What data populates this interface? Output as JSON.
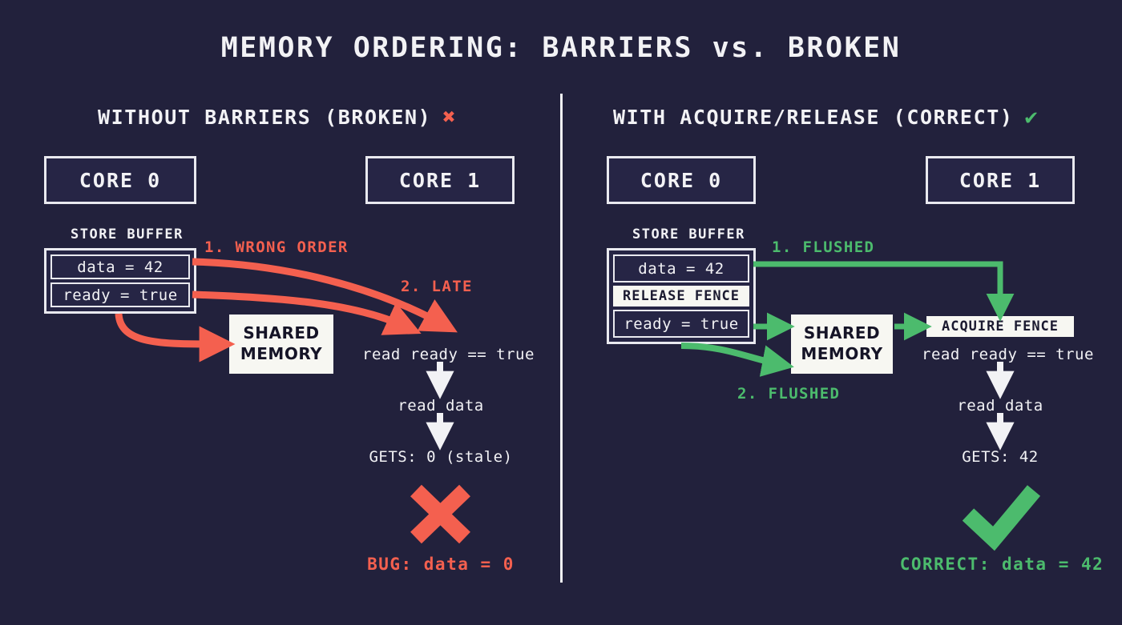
{
  "title": "MEMORY ORDERING: BARRIERS vs. BROKEN",
  "colors": {
    "background": "#22213c",
    "text": "#f2f2f5",
    "bad": "#f4604f",
    "good": "#4cbb6d",
    "panel_fill": "#f7f7f2"
  },
  "panels": {
    "left": {
      "heading": "WITHOUT BARRIERS (BROKEN)",
      "heading_mark": "✖",
      "heading_mark_name": "cross-mark-icon",
      "core0_label": "CORE 0",
      "core1_label": "CORE 1",
      "store_buffer_label": "STORE BUFFER",
      "store_buffer_rows": [
        "data = 42",
        "ready = true"
      ],
      "shared_memory_line1": "SHARED",
      "shared_memory_line2": "MEMORY",
      "step1": "1. WRONG ORDER",
      "step2": "2. LATE",
      "read_ready": "read ready == true",
      "read_data": "read data",
      "gets": "GETS: 0 (stale)",
      "verdict": "BUG: data = 0",
      "verdict_mark": "✖",
      "verdict_mark_name": "cross-mark-icon"
    },
    "right": {
      "heading": "WITH ACQUIRE/RELEASE (CORRECT)",
      "heading_mark": "✔",
      "heading_mark_name": "check-mark-icon",
      "core0_label": "CORE 0",
      "core1_label": "CORE 1",
      "store_buffer_label": "STORE BUFFER",
      "store_buffer_row1": "data = 42",
      "store_buffer_fence": "RELEASE FENCE",
      "store_buffer_row2": "ready = true",
      "shared_memory_line1": "SHARED",
      "shared_memory_line2": "MEMORY",
      "acquire_fence": "ACQUIRE FENCE",
      "step1": "1. FLUSHED",
      "step2": "2. FLUSHED",
      "read_ready": "read ready == true",
      "read_data": "read data",
      "gets": "GETS: 42",
      "verdict": "CORRECT: data = 42",
      "verdict_mark": "✔",
      "verdict_mark_name": "check-mark-icon"
    }
  }
}
